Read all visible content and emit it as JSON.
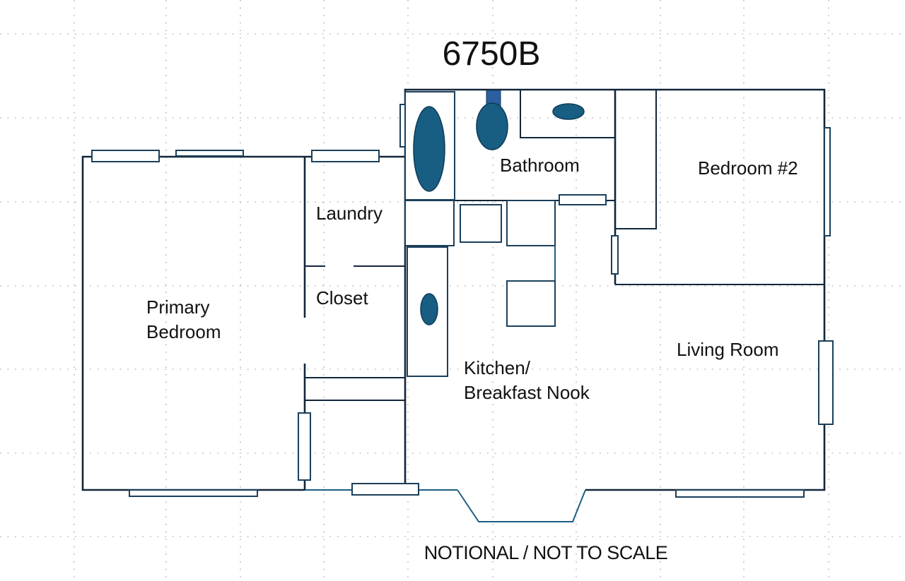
{
  "title": "6750B",
  "note": "NOTIONAL / NOT TO SCALE",
  "rooms": {
    "primary_bedroom": [
      "Primary",
      "Bedroom"
    ],
    "laundry": "Laundry",
    "closet": "Closet",
    "bathroom": "Bathroom",
    "bedroom_2": "Bedroom #2",
    "kitchen": [
      "Kitchen/",
      "Breakfast Nook"
    ],
    "living_room": "Living Room"
  },
  "colors": {
    "walls": "#12263a",
    "fixtures": "#175e82",
    "grid": "#b9b9b9"
  },
  "icons": {
    "bathtub": "bathtub-icon",
    "toilet": "toilet-icon",
    "bathroom_sink": "bathroom-sink-icon",
    "kitchen_sink": "kitchen-sink-icon"
  }
}
